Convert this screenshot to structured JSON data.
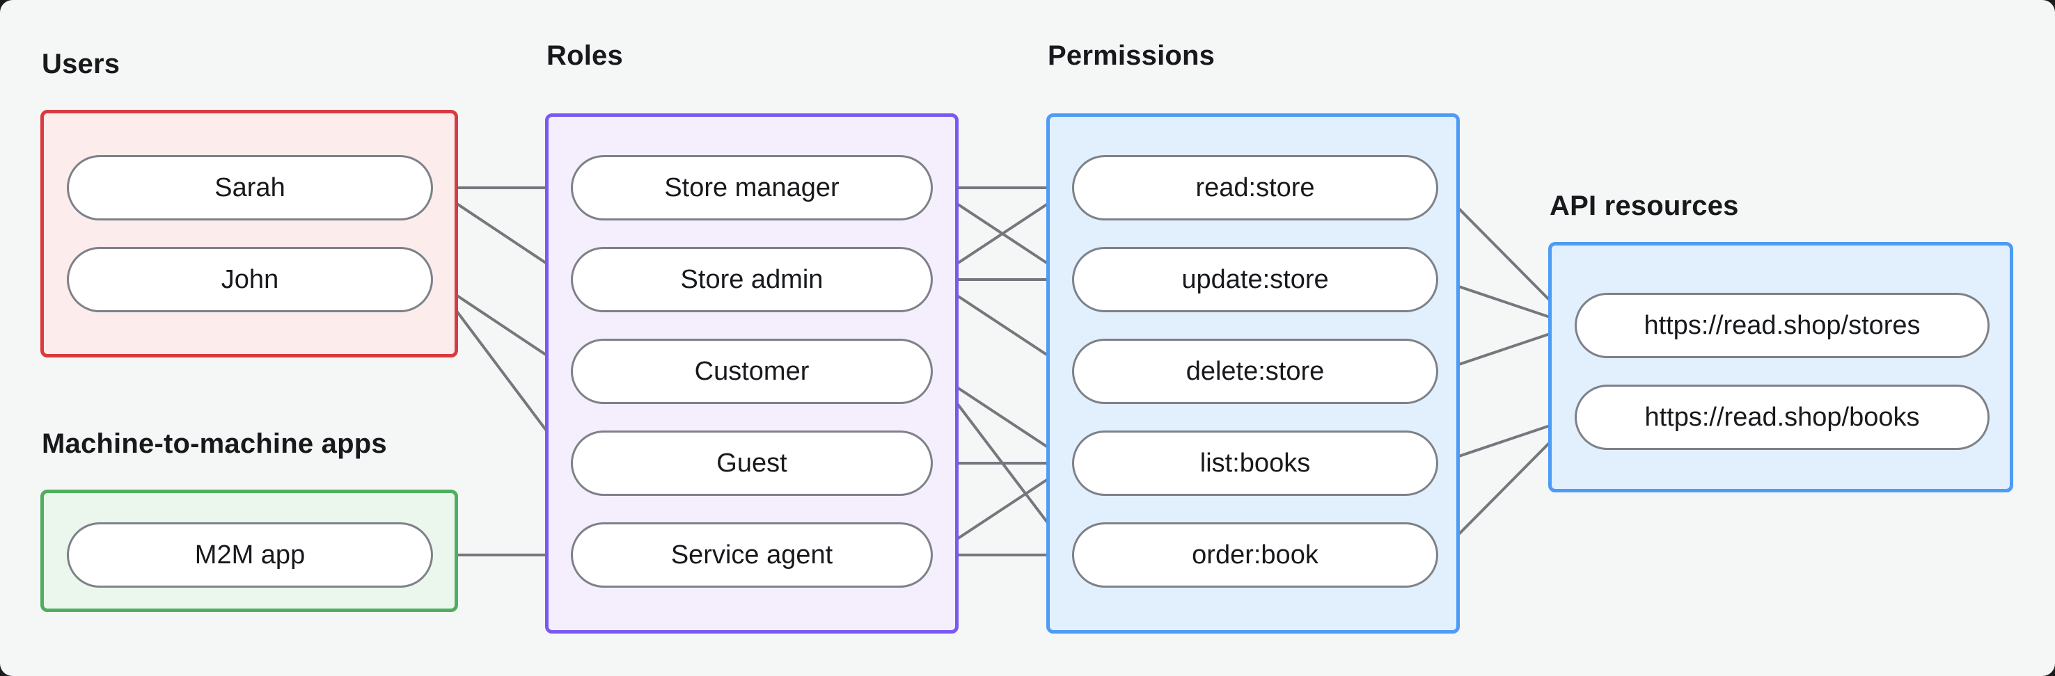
{
  "colors": {
    "page_bg": "#1a1c1e",
    "canvas_bg": "#f5f7f6",
    "text": "#17191c",
    "node_fill": "#ffffff",
    "node_border": "#7d8188",
    "edge": "#74787e",
    "dot": "#6d7076",
    "users_accent": "#d93a40",
    "users_fill": "#fcedec",
    "m2m_accent": "#4fae5f",
    "m2m_fill": "#ebf6ec",
    "roles_accent": "#7a59f2",
    "roles_fill": "#f5effd",
    "perm_accent": "#4d9bf5",
    "perm_fill": "#e2f0fd",
    "api_accent": "#4d9bf5",
    "api_fill": "#e2f0fd"
  },
  "labels": {
    "users_group": "Users",
    "m2m_group": "Machine-to-machine apps",
    "roles_group": "Roles",
    "permissions_group": "Permissions",
    "api_group": "API resources"
  },
  "nodes": {
    "sarah": "Sarah",
    "john": "John",
    "m2m_app": "M2M app",
    "store_manager": "Store manager",
    "store_admin": "Store admin",
    "customer": "Customer",
    "guest": "Guest",
    "service_agent": "Service agent",
    "read_store": "read:store",
    "update_store": "update:store",
    "delete_store": "delete:store",
    "list_books": "list:books",
    "order_book": "order:book",
    "stores_resource": "https://read.shop/stores",
    "books_resource": "https://read.shop/books"
  },
  "edges": [
    {
      "from": "sarah",
      "to": "store_manager"
    },
    {
      "from": "sarah",
      "to": "store_admin"
    },
    {
      "from": "john",
      "to": "customer"
    },
    {
      "from": "john",
      "to": "guest"
    },
    {
      "from": "m2m_app",
      "to": "service_agent"
    },
    {
      "from": "store_manager",
      "to": "read_store"
    },
    {
      "from": "store_manager",
      "to": "update_store"
    },
    {
      "from": "store_admin",
      "to": "read_store"
    },
    {
      "from": "store_admin",
      "to": "update_store"
    },
    {
      "from": "store_admin",
      "to": "delete_store"
    },
    {
      "from": "customer",
      "to": "list_books"
    },
    {
      "from": "customer",
      "to": "order_book"
    },
    {
      "from": "guest",
      "to": "list_books"
    },
    {
      "from": "service_agent",
      "to": "list_books"
    },
    {
      "from": "service_agent",
      "to": "order_book"
    },
    {
      "from": "read_store",
      "to": "stores_resource"
    },
    {
      "from": "update_store",
      "to": "stores_resource"
    },
    {
      "from": "delete_store",
      "to": "stores_resource"
    },
    {
      "from": "list_books",
      "to": "books_resource"
    },
    {
      "from": "order_book",
      "to": "books_resource"
    }
  ]
}
